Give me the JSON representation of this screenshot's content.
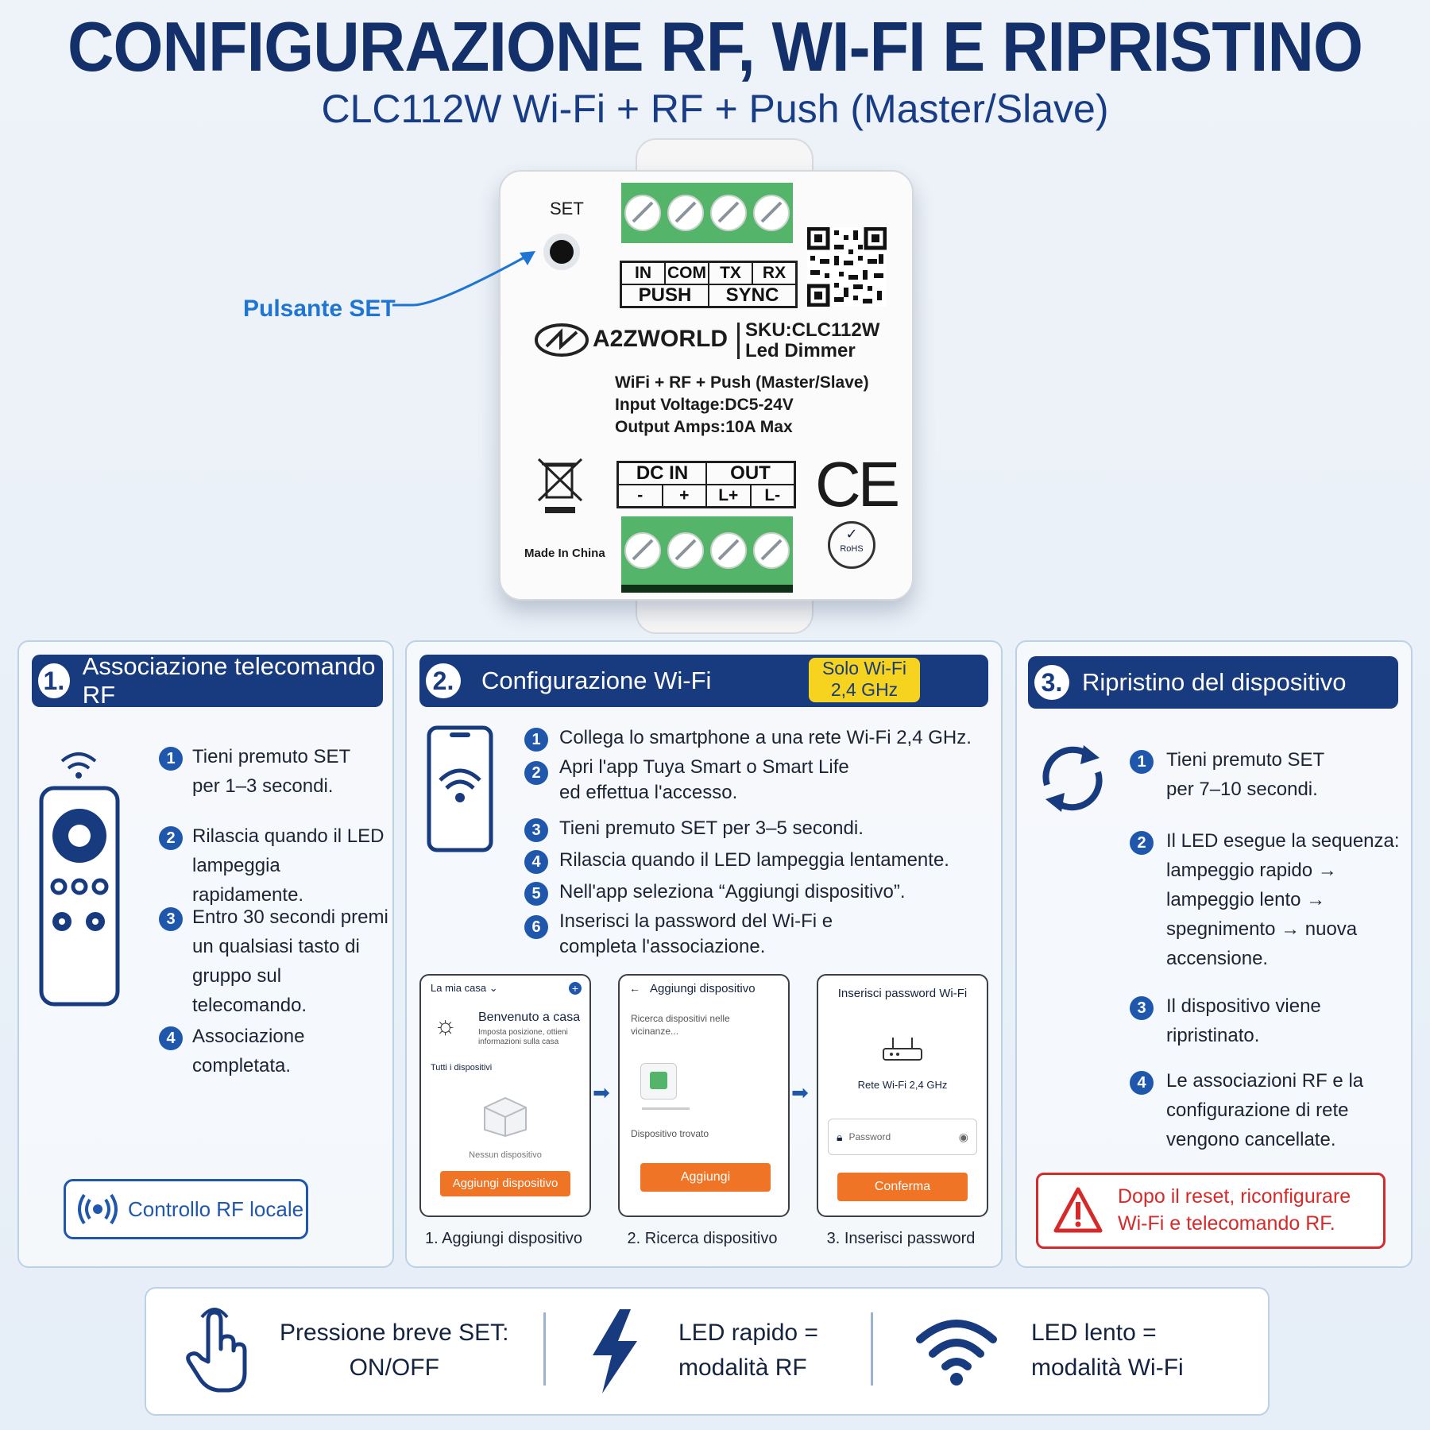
{
  "title": "CONFIGURAZIONE RF, WI-FI E RIPRISTINO",
  "subtitle": "CLC112W Wi-Fi + RF + Push (Master/Slave)",
  "device": {
    "set_label": "SET",
    "set_callout": "Pulsante SET",
    "top_pins": [
      "IN",
      "COM",
      "TX",
      "RX"
    ],
    "top_groups": [
      "PUSH",
      "SYNC"
    ],
    "brand": "A2ZWORLD",
    "sku": "SKU:CLC112W",
    "model": "Led Dimmer",
    "spec_lines": [
      "WiFi + RF + Push (Master/Slave)",
      "Input Voltage:DC5-24V",
      "Output Amps:10A Max"
    ],
    "bottom_groups": [
      "DC IN",
      "OUT"
    ],
    "bottom_pins": [
      "-",
      "+",
      "L+",
      "L-"
    ],
    "made_in": "Made In China",
    "ce": "CE",
    "rohs": "RoHS"
  },
  "panel1": {
    "number": "1.",
    "title": "Associazione telecomando RF",
    "steps": [
      {
        "n": "1",
        "lines": [
          "Tieni premuto SET",
          "per 1–3 secondi."
        ]
      },
      {
        "n": "2",
        "lines": [
          "Rilascia quando il LED",
          "lampeggia rapidamente."
        ]
      },
      {
        "n": "3",
        "lines": [
          "Entro 30 secondi premi",
          "un qualsiasi tasto di",
          "gruppo sul telecomando."
        ]
      },
      {
        "n": "4",
        "lines": [
          "Associazione completata."
        ]
      }
    ],
    "badge": "Controllo RF locale"
  },
  "panel2": {
    "number": "2.",
    "title": "Configurazione Wi-Fi",
    "tag_line1": "Solo Wi-Fi",
    "tag_line2": "2,4 GHz",
    "steps": [
      {
        "n": "1",
        "lines": [
          "Collega lo smartphone a una rete Wi-Fi 2,4 GHz."
        ]
      },
      {
        "n": "2",
        "lines": [
          "Apri l'app Tuya Smart o Smart Life",
          "ed effettua l'accesso."
        ]
      },
      {
        "n": "3",
        "lines": [
          "Tieni premuto SET per 3–5 secondi."
        ]
      },
      {
        "n": "4",
        "lines": [
          "Rilascia quando il LED lampeggia lentamente."
        ]
      },
      {
        "n": "5",
        "lines": [
          "Nell'app seleziona “Aggiungi dispositivo”."
        ]
      },
      {
        "n": "6",
        "lines": [
          "Inserisci la password del Wi-Fi e",
          "completa l'associazione."
        ]
      }
    ],
    "screen1": {
      "header": "La mia casa ⌄",
      "welcome": "Benvenuto a casa",
      "welcome_sub": "Imposta posizione, ottieni informazioni sulla casa",
      "section": "Tutti i dispositivi",
      "empty": "Nessun dispositivo",
      "button": "Aggiungi dispositivo",
      "caption": "1. Aggiungi dispositivo"
    },
    "screen2": {
      "header": "Aggiungi dispositivo",
      "searching": "Ricerca dispositivi nelle vicinanze...",
      "found": "Dispositivo trovato",
      "button": "Aggiungi",
      "caption": "2. Ricerca dispositivo"
    },
    "screen3": {
      "header": "Inserisci password Wi-Fi",
      "network": "Rete Wi-Fi 2,4 GHz",
      "password_placeholder": "Password",
      "button": "Conferma",
      "caption": "3. Inserisci password"
    }
  },
  "panel3": {
    "number": "3.",
    "title": "Ripristino del dispositivo",
    "steps": [
      {
        "n": "1",
        "lines": [
          "Tieni premuto SET",
          "per 7–10 secondi."
        ]
      },
      {
        "n": "2",
        "lines": [
          "Il LED esegue la sequenza:",
          "lampeggio rapido →",
          "lampeggio lento →",
          "spegnimento → nuova",
          "accensione."
        ]
      },
      {
        "n": "3",
        "lines": [
          "Il dispositivo viene",
          "ripristinato."
        ]
      },
      {
        "n": "4",
        "lines": [
          "Le associazioni RF e la",
          "configurazione di rete",
          "vengono cancellate."
        ]
      }
    ],
    "warning_line1": "Dopo il reset, riconfigurare",
    "warning_line2": "Wi-Fi e telecomando RF."
  },
  "legend": [
    {
      "icon": "hand-press-icon",
      "line1": "Pressione breve SET:",
      "line2": "ON/OFF"
    },
    {
      "icon": "lightning-icon",
      "line1": "LED rapido =",
      "line2": "modalità RF"
    },
    {
      "icon": "wifi-icon",
      "line1": "LED lento =",
      "line2": "modalità Wi-Fi"
    }
  ],
  "colors": {
    "navy": "#173b7e",
    "accent_blue": "#1f57ad",
    "yellow_tag": "#f5d31f",
    "orange": "#f07425",
    "warning_red": "#d62a2a",
    "terminal_green": "#54b46a"
  }
}
